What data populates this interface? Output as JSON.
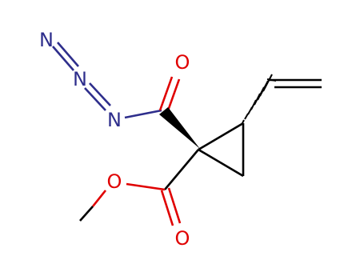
{
  "molecule": {
    "atoms": [
      {
        "id": "n-terminal",
        "label": "N",
        "color": "#2e2e8c"
      },
      {
        "id": "n-middle",
        "label": "N",
        "color": "#2e2e8c"
      },
      {
        "id": "n-inner",
        "label": "N",
        "color": "#2e2e8c"
      },
      {
        "id": "o-acyl",
        "label": "O",
        "color": "#e00000"
      },
      {
        "id": "o-ester",
        "label": "O",
        "color": "#e00000"
      },
      {
        "id": "o-carbonyl",
        "label": "O",
        "color": "#e00000"
      }
    ]
  }
}
